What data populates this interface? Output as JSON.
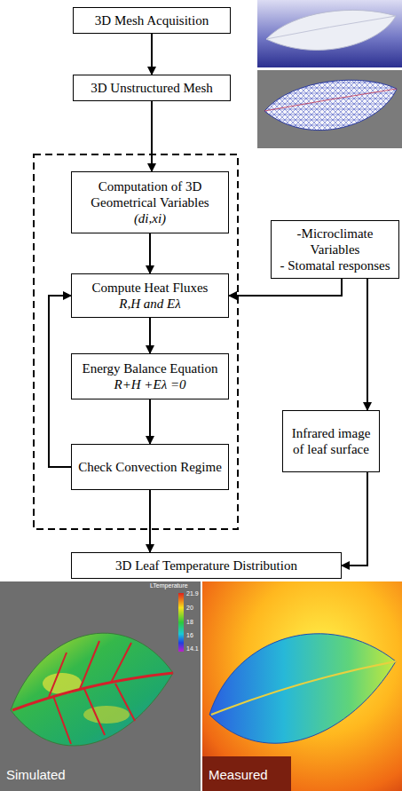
{
  "diagram": {
    "nodes": [
      {
        "text": [
          "3D Mesh Acquisition"
        ]
      },
      {
        "text": [
          "3D Unstructured Mesh"
        ]
      },
      {
        "text": [
          "Computation of 3D Geometrical Variables",
          "(di,xi)"
        ]
      },
      {
        "text": [
          "-Microclimate Variables",
          "- Stomatal responses"
        ]
      },
      {
        "text": [
          "Compute Heat Fluxes",
          "R,H and Eλ"
        ]
      },
      {
        "text": [
          "Energy Balance Equation",
          "R+H +Eλ =0"
        ]
      },
      {
        "text": [
          "Infrared image of leaf surface"
        ]
      },
      {
        "text": [
          "Check Convection Regime"
        ]
      },
      {
        "text": [
          "3D Leaf Temperature Distribution"
        ]
      }
    ],
    "edges": [
      {
        "from": 0,
        "to": 1,
        "arrow": "to"
      },
      {
        "from": 1,
        "to": 2,
        "arrow": "to"
      },
      {
        "from": 2,
        "to": 4,
        "arrow": "to"
      },
      {
        "from": 3,
        "to": 4,
        "arrow": "to"
      },
      {
        "from": 4,
        "to": 5,
        "arrow": "to"
      },
      {
        "from": 5,
        "to": 7,
        "arrow": "to"
      },
      {
        "from": 7,
        "to": 4,
        "arrow": "to"
      },
      {
        "from": 7,
        "to": 8,
        "arrow": "to"
      },
      {
        "from": 3,
        "to": 6,
        "arrow": "to"
      },
      {
        "from": 6,
        "to": 8,
        "arrow": "to"
      }
    ],
    "labels": [
      "LTemperature",
      "21.9",
      "20",
      "18",
      "16",
      "14.1",
      "Simulated",
      "Measured"
    ]
  }
}
